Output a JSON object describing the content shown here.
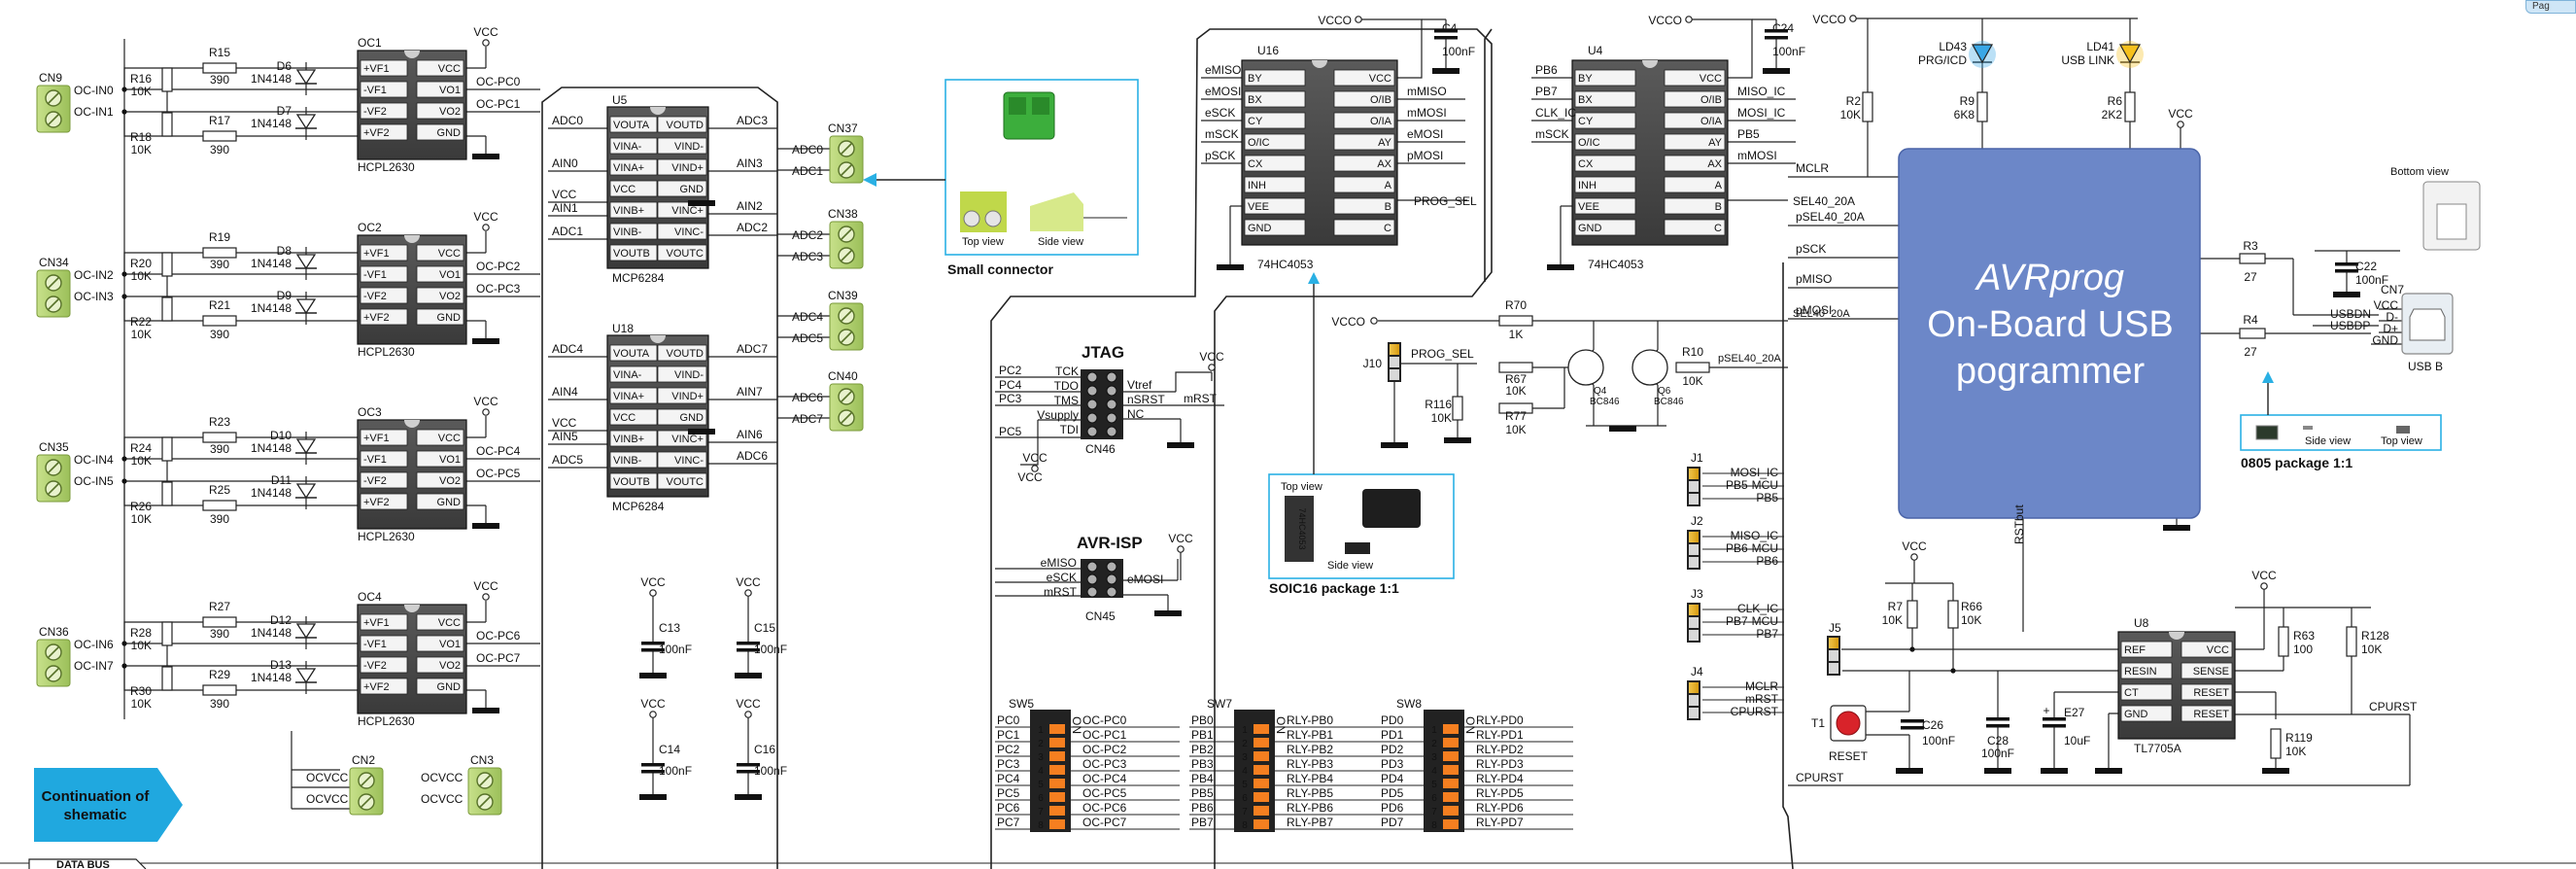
{
  "page_tab": "Pag",
  "opto": {
    "connectors": [
      {
        "name": "CN9",
        "pins": [
          "OC-IN0",
          "OC-IN1"
        ]
      },
      {
        "name": "CN34",
        "pins": [
          "OC-IN2",
          "OC-IN3"
        ]
      },
      {
        "name": "CN35",
        "pins": [
          "OC-IN4",
          "OC-IN5"
        ]
      },
      {
        "name": "CN36",
        "pins": [
          "OC-IN6",
          "OC-IN7"
        ]
      }
    ],
    "blocks": [
      {
        "chip": "OC1",
        "resistors": [
          "R15",
          "R16",
          "R17",
          "R18"
        ],
        "res_values": [
          "390",
          "10K",
          "390",
          "10K"
        ],
        "diodes": [
          "D6",
          "D7"
        ],
        "outputs": [
          "OC-PC0",
          "OC-PC1"
        ]
      },
      {
        "chip": "OC2",
        "resistors": [
          "R19",
          "R20",
          "R21",
          "R22"
        ],
        "res_values": [
          "390",
          "10K",
          "390",
          "10K"
        ],
        "diodes": [
          "D8",
          "D9"
        ],
        "outputs": [
          "OC-PC2",
          "OC-PC3"
        ]
      },
      {
        "chip": "OC3",
        "resistors": [
          "R23",
          "R24",
          "R25",
          "R26"
        ],
        "res_values": [
          "390",
          "10K",
          "390",
          "10K"
        ],
        "diodes": [
          "D10",
          "D11"
        ],
        "outputs": [
          "OC-PC4",
          "OC-PC5"
        ]
      },
      {
        "chip": "OC4",
        "resistors": [
          "R27",
          "R28",
          "R29",
          "R30"
        ],
        "res_values": [
          "390",
          "10K",
          "390",
          "10K"
        ],
        "diodes": [
          "D12",
          "D13"
        ],
        "outputs": [
          "OC-PC6",
          "OC-PC7"
        ]
      }
    ],
    "diode_part": "1N4148",
    "chip_part": "HCPL2630",
    "pin_labels": [
      "+VF1",
      "-VF1",
      "-VF2",
      "+VF2",
      "VCC",
      "VO1",
      "VO2",
      "GND"
    ],
    "vcc": "VCC",
    "ocvcc_connectors": [
      "CN2",
      "CN3"
    ],
    "ocvcc_label": "OCVCC"
  },
  "continuation": "Continuation of shematic",
  "data_bus_tab": "DATA BUS",
  "mcp": {
    "chips": [
      {
        "name": "U5",
        "part": "MCP6284",
        "inputs": [
          "ADC0",
          "AIN0",
          "VCC",
          "AIN1",
          "ADC1"
        ],
        "outputs": [
          "ADC3",
          "AIN3",
          "AIN2",
          "ADC2"
        ],
        "rconn": [
          "ADC0",
          "ADC1"
        ],
        "rconn2": [
          "ADC2",
          "ADC3"
        ]
      },
      {
        "name": "U18",
        "part": "MCP6284",
        "inputs": [
          "ADC4",
          "AIN4",
          "VCC",
          "AIN5",
          "ADC5"
        ],
        "outputs": [
          "ADC7",
          "AIN7",
          "AIN6",
          "ADC6"
        ],
        "rconn": [
          "ADC4",
          "ADC5"
        ],
        "rconn2": [
          "ADC6",
          "ADC7"
        ]
      }
    ],
    "pin_left": [
      "VOUTA",
      "VINA-",
      "VINA+",
      "VCC",
      "VINB+",
      "VINB-",
      "VOUTB"
    ],
    "pin_right": [
      "VOUTD",
      "VIND-",
      "VIND+",
      "GND",
      "VINC+",
      "VINC-",
      "VOUTC"
    ],
    "connectors": [
      "CN37",
      "CN38",
      "CN39",
      "CN40"
    ],
    "caps": [
      {
        "name": "C13",
        "value": "100nF"
      },
      {
        "name": "C15",
        "value": "100nF"
      },
      {
        "name": "C14",
        "value": "100nF"
      },
      {
        "name": "C16",
        "value": "100nF"
      }
    ]
  },
  "small_connector": {
    "caption": "Small connector",
    "top": "Top view",
    "side": "Side view"
  },
  "mux": {
    "chips": [
      {
        "name": "U16",
        "part": "74HC4053",
        "left": [
          "eMISO",
          "eMOSI",
          "eSCK",
          "mSCK",
          "pSCK"
        ],
        "right": [
          "mMISO",
          "mMOSI",
          "eMOSI",
          "pMOSI"
        ],
        "pins_l": [
          "BY",
          "BX",
          "CY",
          "O/IC",
          "CX",
          "INH",
          "VEE",
          "GND"
        ],
        "pins_r": [
          "VCC",
          "O/IB",
          "O/IA",
          "AY",
          "AX",
          "A",
          "B",
          "C"
        ],
        "vcc": "VCCO",
        "cap": "C4",
        "cap_val": "100nF"
      },
      {
        "name": "U4",
        "part": "74HC4053",
        "left": [
          "PB6",
          "PB7",
          "CLK_IC",
          "mSCK"
        ],
        "right": [
          "MISO_IC",
          "MOSI_IC",
          "PB5",
          "mMOSI"
        ],
        "pins_l": [
          "BY",
          "BX",
          "CY",
          "O/IC",
          "CX",
          "INH",
          "VEE",
          "GND"
        ],
        "pins_r": [
          "VCC",
          "O/IB",
          "O/IA",
          "AY",
          "AX",
          "A",
          "B",
          "C"
        ],
        "vcc": "VCCO",
        "cap": "C24",
        "cap_val": "100nF"
      }
    ],
    "prog_sel": "PROG_SEL",
    "sel": "SEL40_20A"
  },
  "soic": {
    "caption": "SOIC16 package 1:1",
    "top": "Top view",
    "side": "Side view",
    "chip": "74HC4053"
  },
  "jtag": {
    "title": "JTAG",
    "left": [
      "PC2",
      "PC4",
      "PC3",
      "PC5"
    ],
    "pins_l": [
      "TCK",
      "TDO",
      "TMS",
      "Vsupply",
      "TDI"
    ],
    "pins_r": [
      "Vtref",
      "nSRST",
      "NC"
    ],
    "right": [
      "mRST"
    ],
    "conn": "CN46",
    "vcc": "VCC"
  },
  "avrisp": {
    "title": "AVR-ISP",
    "left": [
      "eMISO",
      "eSCK",
      "mRST"
    ],
    "right": [
      "eMOSI"
    ],
    "conn": "CN45",
    "vcc": "VCC"
  },
  "transistors": {
    "vcc": "VCCO",
    "jumper": "J10",
    "resistors": [
      {
        "name": "R70",
        "value": "1K"
      },
      {
        "name": "R67",
        "value": "10K"
      },
      {
        "name": "R77",
        "value": "10K"
      },
      {
        "name": "R116",
        "value": "10K"
      },
      {
        "name": "R10",
        "value": "10K"
      }
    ],
    "q": [
      {
        "name": "Q4",
        "part": "BC846"
      },
      {
        "name": "Q6",
        "part": "BC846"
      }
    ],
    "prog_sel": "PROG_SEL",
    "sel": "SEL40_20A",
    "psel": "pSEL40_20A"
  },
  "switches": [
    {
      "name": "SW5",
      "left": [
        "PC0",
        "PC1",
        "PC2",
        "PC3",
        "PC4",
        "PC5",
        "PC6",
        "PC7"
      ],
      "right": [
        "OC-PC0",
        "OC-PC1",
        "OC-PC2",
        "OC-PC3",
        "OC-PC4",
        "OC-PC5",
        "OC-PC6",
        "OC-PC7"
      ]
    },
    {
      "name": "SW7",
      "left": [
        "PB0",
        "PB1",
        "PB2",
        "PB3",
        "PB4",
        "PB5",
        "PB6",
        "PB7"
      ],
      "right": [
        "RLY-PB0",
        "RLY-PB1",
        "RLY-PB2",
        "RLY-PB3",
        "RLY-PB4",
        "RLY-PB5",
        "RLY-PB6",
        "RLY-PB7"
      ]
    },
    {
      "name": "SW8",
      "left": [
        "PD0",
        "PD1",
        "PD2",
        "PD3",
        "PD4",
        "PD5",
        "PD6",
        "PD7"
      ],
      "right": [
        "RLY-PD0",
        "RLY-PD1",
        "RLY-PD2",
        "RLY-PD3",
        "RLY-PD4",
        "RLY-PD5",
        "RLY-PD6",
        "RLY-PD7"
      ]
    }
  ],
  "switch_on": "ON",
  "switch_nums": [
    "1",
    "2",
    "3",
    "4",
    "5",
    "6",
    "7",
    "8"
  ],
  "avrprog": {
    "title1": "AVRprog",
    "title2": "On-Board USB",
    "title3": "pogrammer",
    "signals": [
      "MCLR",
      "pSEL40_20A",
      "pSCK",
      "pMISO",
      "pMOSI"
    ],
    "rstbut": "RSTbut",
    "vcc": "VCCO",
    "leds": [
      {
        "name": "LD43",
        "label": "PRG/ICD"
      },
      {
        "name": "LD41",
        "label": "USB LINK"
      }
    ],
    "resistors": [
      {
        "name": "R2",
        "value": "10K"
      },
      {
        "name": "R9",
        "value": "6K8"
      },
      {
        "name": "R6",
        "value": "2K2"
      }
    ]
  },
  "jumpers": [
    {
      "name": "J1",
      "labels": [
        "MOSI_IC",
        "PB5-MCU",
        "PB5"
      ]
    },
    {
      "name": "J2",
      "labels": [
        "MISO_IC",
        "PB6-MCU",
        "PB6"
      ]
    },
    {
      "name": "J3",
      "labels": [
        "CLK_IC",
        "PB7-MCU",
        "PB7"
      ]
    },
    {
      "name": "J4",
      "labels": [
        "MCLR",
        "mRST",
        "CPURST"
      ]
    }
  ],
  "usb": {
    "r3": {
      "name": "R3",
      "value": "27"
    },
    "r4": {
      "name": "R4",
      "value": "27"
    },
    "cap": {
      "name": "C22",
      "value": "100nF"
    },
    "conn": "CN7",
    "conn_part": "USB B",
    "nets": [
      "USBDN",
      "USBDP"
    ],
    "pins": [
      "VCC",
      "D-",
      "D+",
      "GND"
    ],
    "bottom_view": "Bottom view",
    "vcc": "VCC"
  },
  "package0805": {
    "caption": "0805 package 1:1",
    "side": "Side view",
    "top": "Top view"
  },
  "reset": {
    "j5": "J5",
    "vcc": "VCC",
    "r7": {
      "name": "R7",
      "value": "10K"
    },
    "r66": {
      "name": "R66",
      "value": "10K"
    },
    "button": "T1",
    "button_label": "RESET",
    "c26": {
      "name": "C26",
      "value": "100nF"
    },
    "c28": {
      "name": "C28",
      "value": "100nF"
    },
    "e27": {
      "name": "E27",
      "value": "10uF"
    },
    "chip": "U8",
    "chip_part": "TL7705A",
    "pins_l": [
      "REF",
      "RESIN",
      "CT",
      "GND"
    ],
    "pins_r": [
      "VCC",
      "SENSE",
      "RESET",
      "RESET"
    ],
    "r63": {
      "name": "R63",
      "value": "100"
    },
    "r128": {
      "name": "R128",
      "value": "10K"
    },
    "r119": {
      "name": "R119",
      "value": "10K"
    },
    "cpurst": "CPURST"
  }
}
